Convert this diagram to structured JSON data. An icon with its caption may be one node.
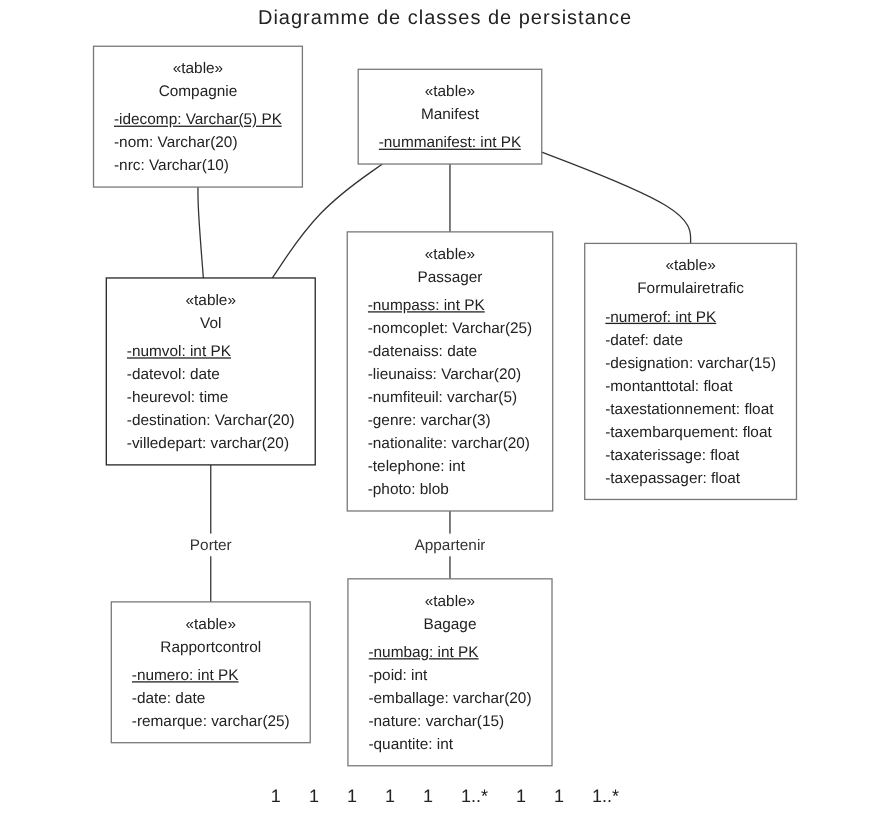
{
  "diagram": {
    "title": "Diagramme de classes de persistance",
    "nodes": [
      {
        "text": [
          "«table»",
          "Manifest",
          "-nummanifest: int PK"
        ]
      },
      {
        "text": [
          "«table»",
          "Vol",
          "-numvol: int PK",
          "-datevol: date",
          "-heurevol: time",
          "-destination: Varchar(20)",
          "-villedepart: varchar(20)"
        ]
      },
      {
        "text": [
          "«table»",
          "Rapportcontrol",
          "-numero: int PK",
          "-date: date",
          "-remarque: varchar(25)"
        ]
      },
      {
        "text": [
          "«table»",
          "Passager",
          "-numpass: int PK",
          "-nomcoplet: Varchar(25)",
          "-datenaiss: date",
          "-lieunaiss: Varchar(20)",
          "-numfiteuil: varchar(5)",
          "-genre: varchar(3)",
          "-nationalite: varchar(20)",
          "-telephone: int",
          "-photo: blob"
        ]
      },
      {
        "text": [
          "«table»",
          "Compagnie",
          "-idecomp: Varchar(5) PK",
          "-nom: Varchar(20)",
          "-nrc: Varchar(10)"
        ]
      },
      {
        "text": [
          "«table»",
          "Formulairetrafic",
          "-numerof: int PK",
          "-datef: date",
          "-designation: varchar(15)",
          "-montanttotal: float",
          "-taxestationnement: float",
          "-taxembarquement: float",
          "-taxaterissage: float",
          "-taxepassager: float"
        ]
      },
      {
        "text": [
          "«table»",
          "Bagage",
          "-numbag: int PK",
          "-poid: int",
          "-emballage: varchar(20)",
          "-nature: varchar(15)",
          "-quantite: int"
        ]
      }
    ],
    "edges": [
      {
        "from": 0,
        "to": 1,
        "arrow": "none"
      },
      {
        "from": 1,
        "to": 2,
        "arrow": "none",
        "label": "Porter"
      },
      {
        "from": 0,
        "to": 3,
        "arrow": "none"
      },
      {
        "from": 4,
        "to": 1,
        "arrow": "none"
      },
      {
        "from": 0,
        "to": 5,
        "arrow": "none"
      },
      {
        "from": 3,
        "to": 6,
        "arrow": "none",
        "label": "Appartenir"
      }
    ],
    "labels": [
      "1",
      "1",
      "1",
      "1",
      "1",
      "1..*",
      "1",
      "1",
      "1..*"
    ]
  }
}
